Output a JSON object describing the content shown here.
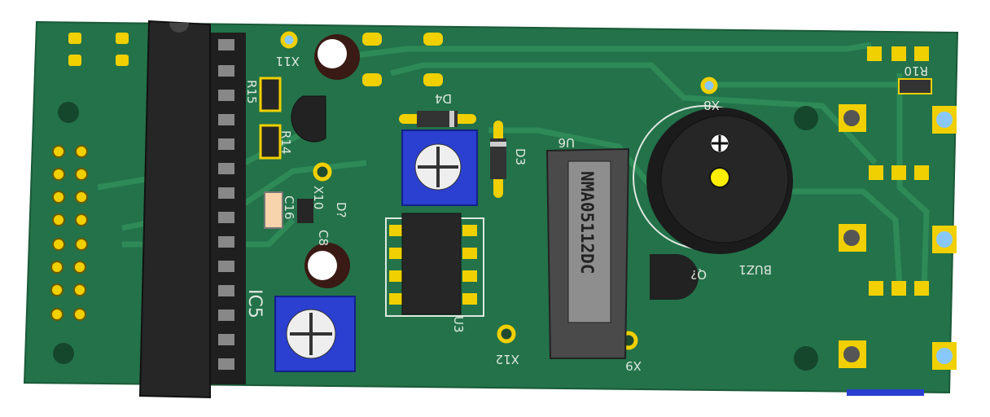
{
  "board": {
    "colors": {
      "pcb": "#23724a",
      "trace": "#2e8a57",
      "pad": "#f0d000",
      "silk": "#dfe8df",
      "chip": "#262626",
      "trimmer": "#2b3fd0"
    },
    "labels": {
      "x11": "X11",
      "r15": "R15",
      "r14": "R14",
      "x10": "X10",
      "c16": "C16",
      "d_unk": "D?",
      "c8": "C8",
      "ic5": "IC5",
      "d4": "D4",
      "d3": "D3",
      "u6": "U6",
      "x8": "X8",
      "r10": "R10",
      "buz1": "BUZ1",
      "q_unk": "Q?",
      "u3": "U3",
      "x12": "X12",
      "x9": "X9"
    },
    "dcdc_marking": "NMA05112DC"
  }
}
